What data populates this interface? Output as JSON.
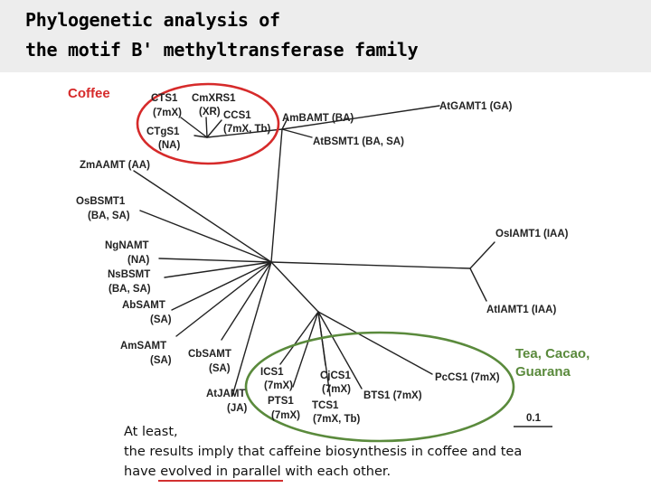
{
  "slide": {
    "title_line1": "Phylogenetic analysis of",
    "title_line2": "the motif B' methyltransferase family"
  },
  "groups": {
    "coffee": {
      "label": "Coffee",
      "color": "#d62a2a"
    },
    "tea": {
      "label_line1": "Tea, Cacao,",
      "label_line2": "Guarana",
      "color": "#5a8a3c"
    }
  },
  "leaves": {
    "cts1": {
      "name": "CTS1",
      "sub": "(7mX)"
    },
    "cmxrs1": {
      "name": "CmXRS1",
      "sub": "(XR)"
    },
    "ccs1": {
      "name": "CCS1",
      "sub": "(7mX, Tb)"
    },
    "ctgs1": {
      "name": "CTgS1",
      "sub": "(NA)"
    },
    "ambamt": {
      "name": "AmBAMT (BA)"
    },
    "atbsmt1": {
      "name": "AtBSMT1 (BA, SA)"
    },
    "atgamt1": {
      "name": "AtGAMT1 (GA)"
    },
    "zmaamt": {
      "name": "ZmAAMT (AA)"
    },
    "osbsmt1": {
      "name": "OsBSMT1",
      "sub": "(BA, SA)"
    },
    "ngnamt": {
      "name": "NgNAMT",
      "sub": "(NA)"
    },
    "nsbsmt": {
      "name": "NsBSMT",
      "sub": "(BA, SA)"
    },
    "absamt": {
      "name": "AbSAMT",
      "sub": "(SA)"
    },
    "amsamt": {
      "name": "AmSAMT",
      "sub": "(SA)"
    },
    "cbsamt": {
      "name": "CbSAMT",
      "sub": "(SA)"
    },
    "atjamt": {
      "name": "AtJAMT",
      "sub": "(JA)"
    },
    "osiamt1": {
      "name": "OsIAMT1 (IAA)"
    },
    "atiamt1": {
      "name": "AtIAMT1 (IAA)"
    },
    "ics1": {
      "name": "ICS1",
      "sub": "(7mX)"
    },
    "pts1": {
      "name": "PTS1",
      "sub": "(7mX)"
    },
    "cjcs1": {
      "name": "CjCS1",
      "sub": "(7mX)"
    },
    "tcs1": {
      "name": "TCS1",
      "sub": "(7mX, Tb)"
    },
    "bts1": {
      "name": "BTS1 (7mX)"
    },
    "pccs1": {
      "name": "PcCS1 (7mX)"
    }
  },
  "scale_bar": {
    "label": "0.1"
  },
  "conclusion": {
    "line1": "At least,",
    "line2": "the results imply that caffeine biosynthesis in coffee and tea",
    "line3_before": "have ",
    "line3_emph": "evolved in parallel",
    "line3_after": " with each other."
  }
}
